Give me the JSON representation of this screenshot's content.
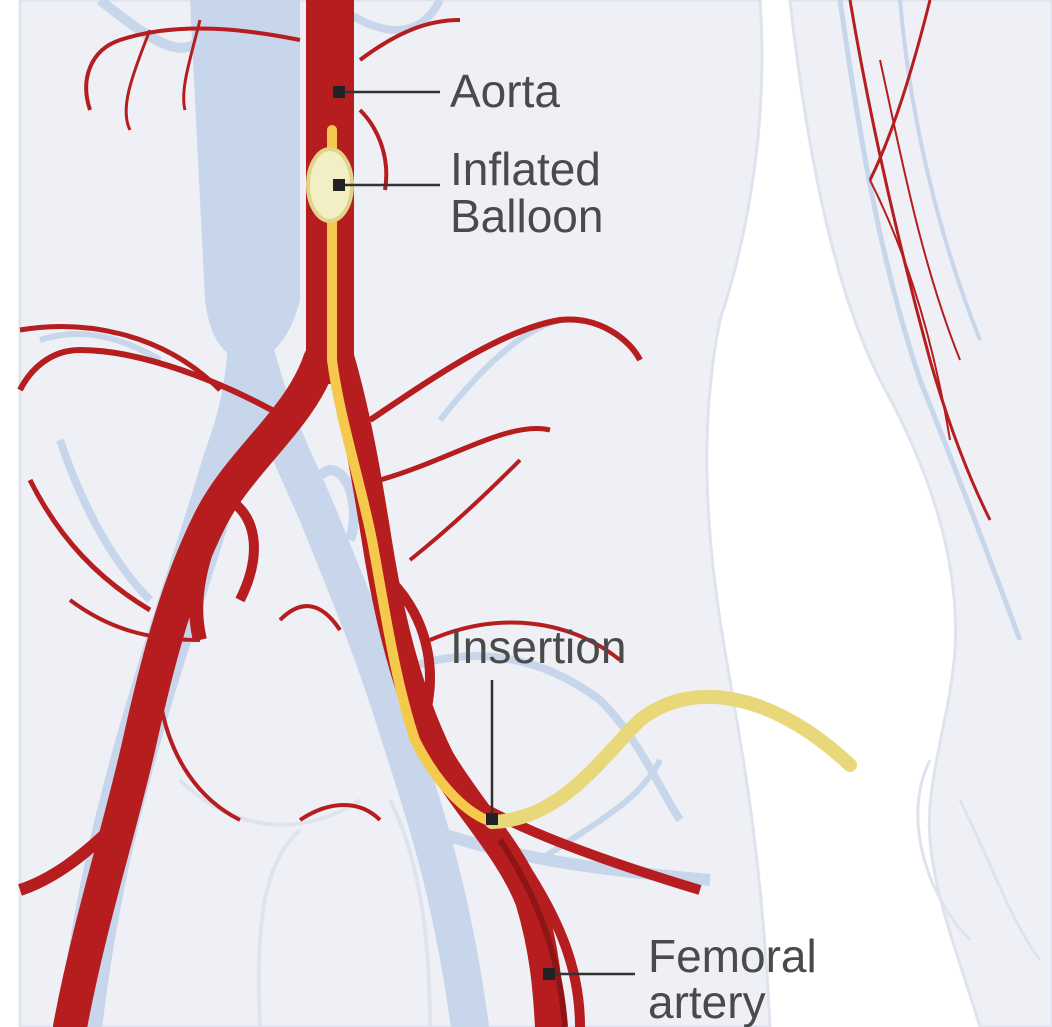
{
  "diagram": {
    "type": "anatomical-illustration",
    "subject": "intra-aortic balloon catheter inserted via femoral artery",
    "colors": {
      "background": "#ffffff",
      "body_fill": "#eef0f6",
      "body_stroke": "#dfe3ee",
      "artery": "#b51d1f",
      "artery_dark": "#8e1416",
      "vein": "#c7d6ea",
      "vein_stroke": "#b4c6e0",
      "catheter": "#e8d87a",
      "catheter_core": "#f5c94b",
      "balloon_fill": "#f3efc4",
      "balloon_stroke": "#e2d28a",
      "label_text": "#4a4a4a",
      "leader_line": "#333333",
      "marker": "#222222"
    },
    "icons": [
      "callout-marker-square"
    ]
  },
  "labels": {
    "aorta": "Aorta",
    "balloon_line1": "Inflated",
    "balloon_line2": "Balloon",
    "insertion": "Insertion",
    "femoral_line1": "Femoral",
    "femoral_line2": "artery"
  }
}
